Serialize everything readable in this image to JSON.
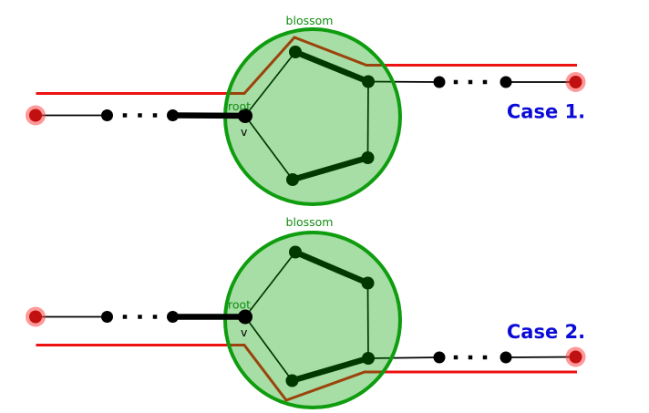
{
  "labels": {
    "blossom": "blossom",
    "root": "root",
    "v": "v"
  },
  "cases": [
    {
      "label": "Case 1.",
      "red_path_route": "above the left chain, over the top blossom vertex, exits right above the right chain"
    },
    {
      "label": "Case 2.",
      "red_path_route": "below the left chain, under the bottom blossom vertex, exits right below the right chain"
    }
  ],
  "structure": {
    "blossom_vertex_count": 5,
    "thick_matched_edges_inside_blossom": 2,
    "thick_matched_stem_edge": "between last chain vertex and root",
    "dotted_gaps_per_chain": 3,
    "red_endpoint_vertices_per_case": 2
  },
  "colors": {
    "path_red": "#ee1111",
    "endpoint_core": "#c01010",
    "endpoint_halo": "rgba(255,70,70,0.55)",
    "blossom_fill": "rgba(0,160,0,0.35)",
    "blossom_stroke": "#0f9d0f",
    "label_green": "#128c12",
    "case_blue": "#0b0bd8",
    "edge_black": "#000000"
  }
}
